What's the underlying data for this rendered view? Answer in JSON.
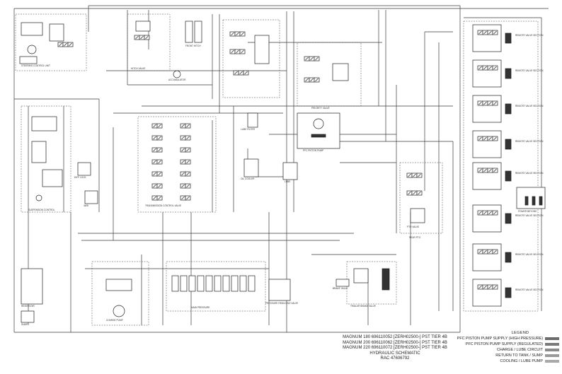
{
  "diagram": {
    "labels": {
      "remote_valve": "Remote valve section",
      "hitch_valve": "Hitch valve",
      "priority_valve": "Priority valve",
      "steering_control": "Steering control unit",
      "transmission_control": "Transmission control valve",
      "pto_valve": "PTO valve",
      "trailer_brake": "Trailer brake valve",
      "lube_filter": "Lube filter",
      "pfc_pump": "PFC piston pump",
      "charge_pump": "Charge pump",
      "suspension": "Suspension control",
      "diff_lock": "Diff lock",
      "4wd": "4WD",
      "cooler": "Oil cooler",
      "accumulator": "Accumulator",
      "reservoir": "Reservoir",
      "brake_valve": "Brake valve",
      "power_beyond": "Power beyond",
      "pressure_reducing": "Pressure reducing valve",
      "main_pressure": "Main pressure",
      "lube": "Lube",
      "rear_pto": "Rear PTO",
      "sump": "Sump",
      "front_hitch": "Front hitch"
    }
  },
  "title_block": {
    "line1": "MAGNUM 180 696110052 [ZERH02500-] PST TIER 4B",
    "line2": "MAGNUM 200 696110062 [ZERH02500-] PST TIER 4B",
    "line3": "MAGNUM 220 696110072 [ZERH02500-] PST TIER 4B",
    "line4": "HYDRAULIC SCHEMATIC",
    "line5": "RAC 47606792"
  },
  "legend": {
    "title": "LEGEND",
    "items": [
      {
        "label": "PFC PISTON PUMP SUPPLY (HIGH PRESSURE)",
        "color": "#6b6b6b"
      },
      {
        "label": "PFC PISTON PUMP SUPPLY (REGULATED)",
        "color": "#7a7a7a"
      },
      {
        "label": "CHARGE / LUBE CIRCUIT",
        "color": "#8a8a8a"
      },
      {
        "label": "RETURN TO TANK / SUMP",
        "color": "#9a9a9a"
      },
      {
        "label": "COOLING / LUBE PUMP",
        "color": "#aaaaaa"
      }
    ]
  }
}
